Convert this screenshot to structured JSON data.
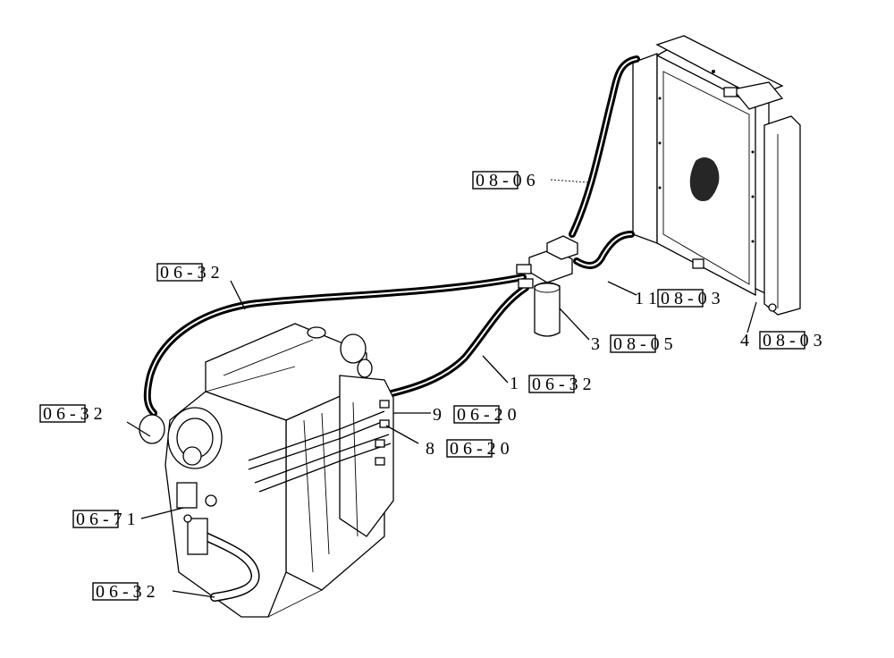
{
  "callouts": [
    {
      "id": "c1",
      "item": "",
      "ref": "0 8 - 0 6"
    },
    {
      "id": "c2",
      "item": "",
      "ref": "0 6 - 3 2"
    },
    {
      "id": "c3",
      "item": "1 1",
      "ref": "0 8 - 0 3"
    },
    {
      "id": "c4",
      "item": "3",
      "ref": "0 8 - 0 5"
    },
    {
      "id": "c5",
      "item": "4",
      "ref": "0 8 - 0 3"
    },
    {
      "id": "c6",
      "item": "1",
      "ref": "0 6 - 3 2"
    },
    {
      "id": "c7",
      "item": "9",
      "ref": "0 6 - 2 0"
    },
    {
      "id": "c8",
      "item": "8",
      "ref": "0 6 - 2 0"
    },
    {
      "id": "c9",
      "item": "",
      "ref": "0 6 - 3 2"
    },
    {
      "id": "c10",
      "item": "",
      "ref": "0 6 - 7 1"
    },
    {
      "id": "c11",
      "item": "",
      "ref": "0 6 - 3 2"
    }
  ]
}
